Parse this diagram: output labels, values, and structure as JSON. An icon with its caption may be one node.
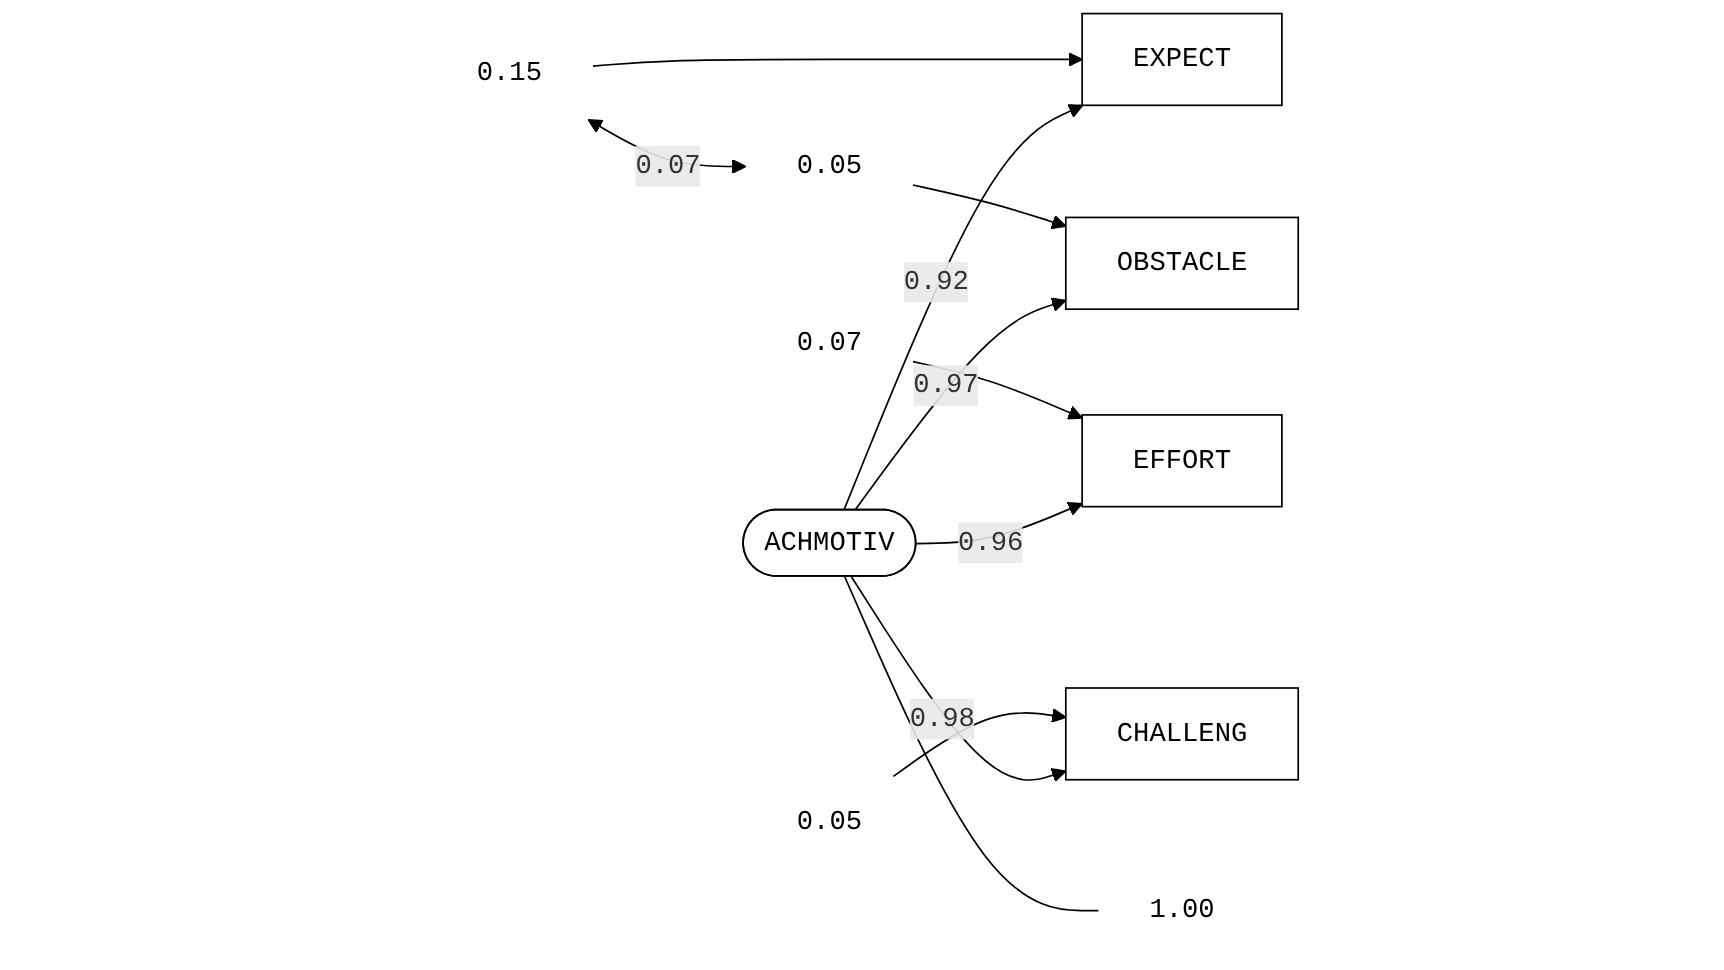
{
  "diagram": {
    "nodes": [
      {
        "text": [
          "0.15"
        ]
      },
      {
        "text": [
          "EXPECT"
        ]
      },
      {
        "text": [
          "0.07"
        ]
      },
      {
        "text": [
          "EFFORT"
        ]
      },
      {
        "text": [
          "0.05"
        ]
      },
      {
        "text": [
          "OBSTACLE"
        ]
      },
      {
        "text": [
          "0.05"
        ]
      },
      {
        "text": [
          "CHALLENG"
        ]
      },
      {
        "text": [
          "ACHMOTIV"
        ]
      },
      {
        "text": [
          "1.00"
        ]
      }
    ],
    "edges": [
      {
        "from": 0,
        "to": 1,
        "arrow": "to"
      },
      {
        "from": 2,
        "to": 3,
        "arrow": "to"
      },
      {
        "from": 4,
        "to": 5,
        "arrow": "to"
      },
      {
        "from": 6,
        "to": 7,
        "arrow": "to"
      },
      {
        "from": 0,
        "to": 4,
        "arrow": "both",
        "label": "0.07"
      },
      {
        "from": 8,
        "to": 1,
        "arrow": "to",
        "label": "0.92"
      },
      {
        "from": 8,
        "to": 3,
        "arrow": "to",
        "label": "0.96"
      },
      {
        "from": 8,
        "to": 5,
        "arrow": "to",
        "label": "0.97"
      },
      {
        "from": 8,
        "to": 7,
        "arrow": "to",
        "label": "0.98"
      },
      {
        "from": 8,
        "to": 9,
        "arrow": "none"
      }
    ]
  }
}
